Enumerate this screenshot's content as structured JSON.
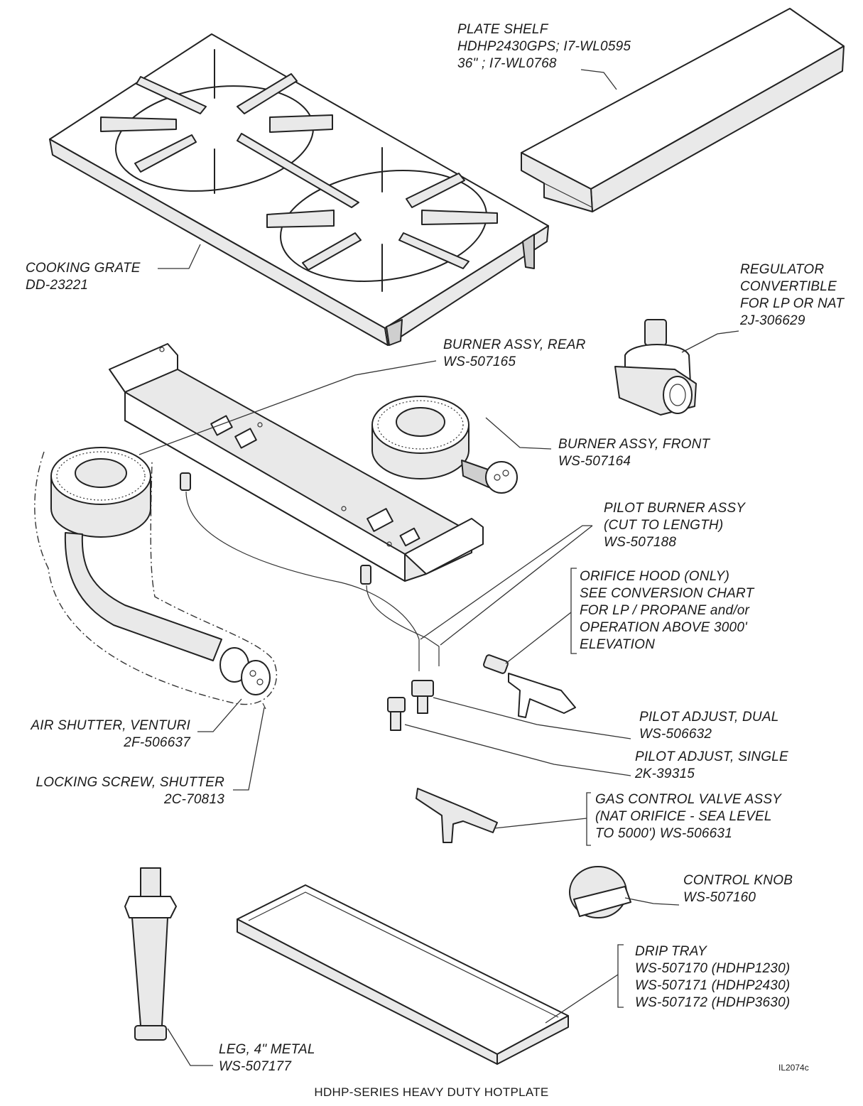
{
  "figure_code": "IL2074c",
  "caption": "HDHP-SERIES HEAVY DUTY HOTPLATE",
  "parts": {
    "plate_shelf": [
      "PLATE SHELF",
      "HDHP2430GPS; I7-WL0595",
      "36\" ; I7-WL0768"
    ],
    "cooking_grate": [
      "COOKING GRATE",
      "DD-23221"
    ],
    "regulator": [
      "REGULATOR",
      "CONVERTIBLE",
      "FOR LP OR NAT",
      "2J-306629"
    ],
    "burner_rear": [
      "BURNER ASSY, REAR",
      "WS-507165"
    ],
    "burner_front": [
      "BURNER ASSY, FRONT",
      "WS-507164"
    ],
    "pilot_burner": [
      "PILOT BURNER ASSY",
      "(CUT TO LENGTH)",
      "WS-507188"
    ],
    "orifice_hood": [
      "ORIFICE HOOD (ONLY)",
      "SEE CONVERSION CHART",
      "FOR LP / PROPANE and/or",
      "OPERATION ABOVE 3000'",
      "ELEVATION"
    ],
    "air_shutter": [
      "AIR SHUTTER, VENTURI",
      "2F-506637"
    ],
    "pilot_dual": [
      "PILOT ADJUST, DUAL",
      "WS-506632"
    ],
    "pilot_single": [
      "PILOT ADJUST, SINGLE",
      "2K-39315"
    ],
    "locking_screw": [
      "LOCKING SCREW, SHUTTER",
      "2C-70813"
    ],
    "gas_valve": [
      "GAS CONTROL VALVE ASSY",
      "(NAT ORIFICE - SEA LEVEL",
      "TO 5000') WS-506631"
    ],
    "control_knob": [
      "CONTROL KNOB",
      "WS-507160"
    ],
    "drip_tray": [
      "DRIP TRAY",
      "WS-507170 (HDHP1230)",
      "WS-507171 (HDHP2430)",
      "WS-507172 (HDHP3630)"
    ],
    "leg": [
      "LEG, 4\" METAL",
      "WS-507177"
    ]
  }
}
